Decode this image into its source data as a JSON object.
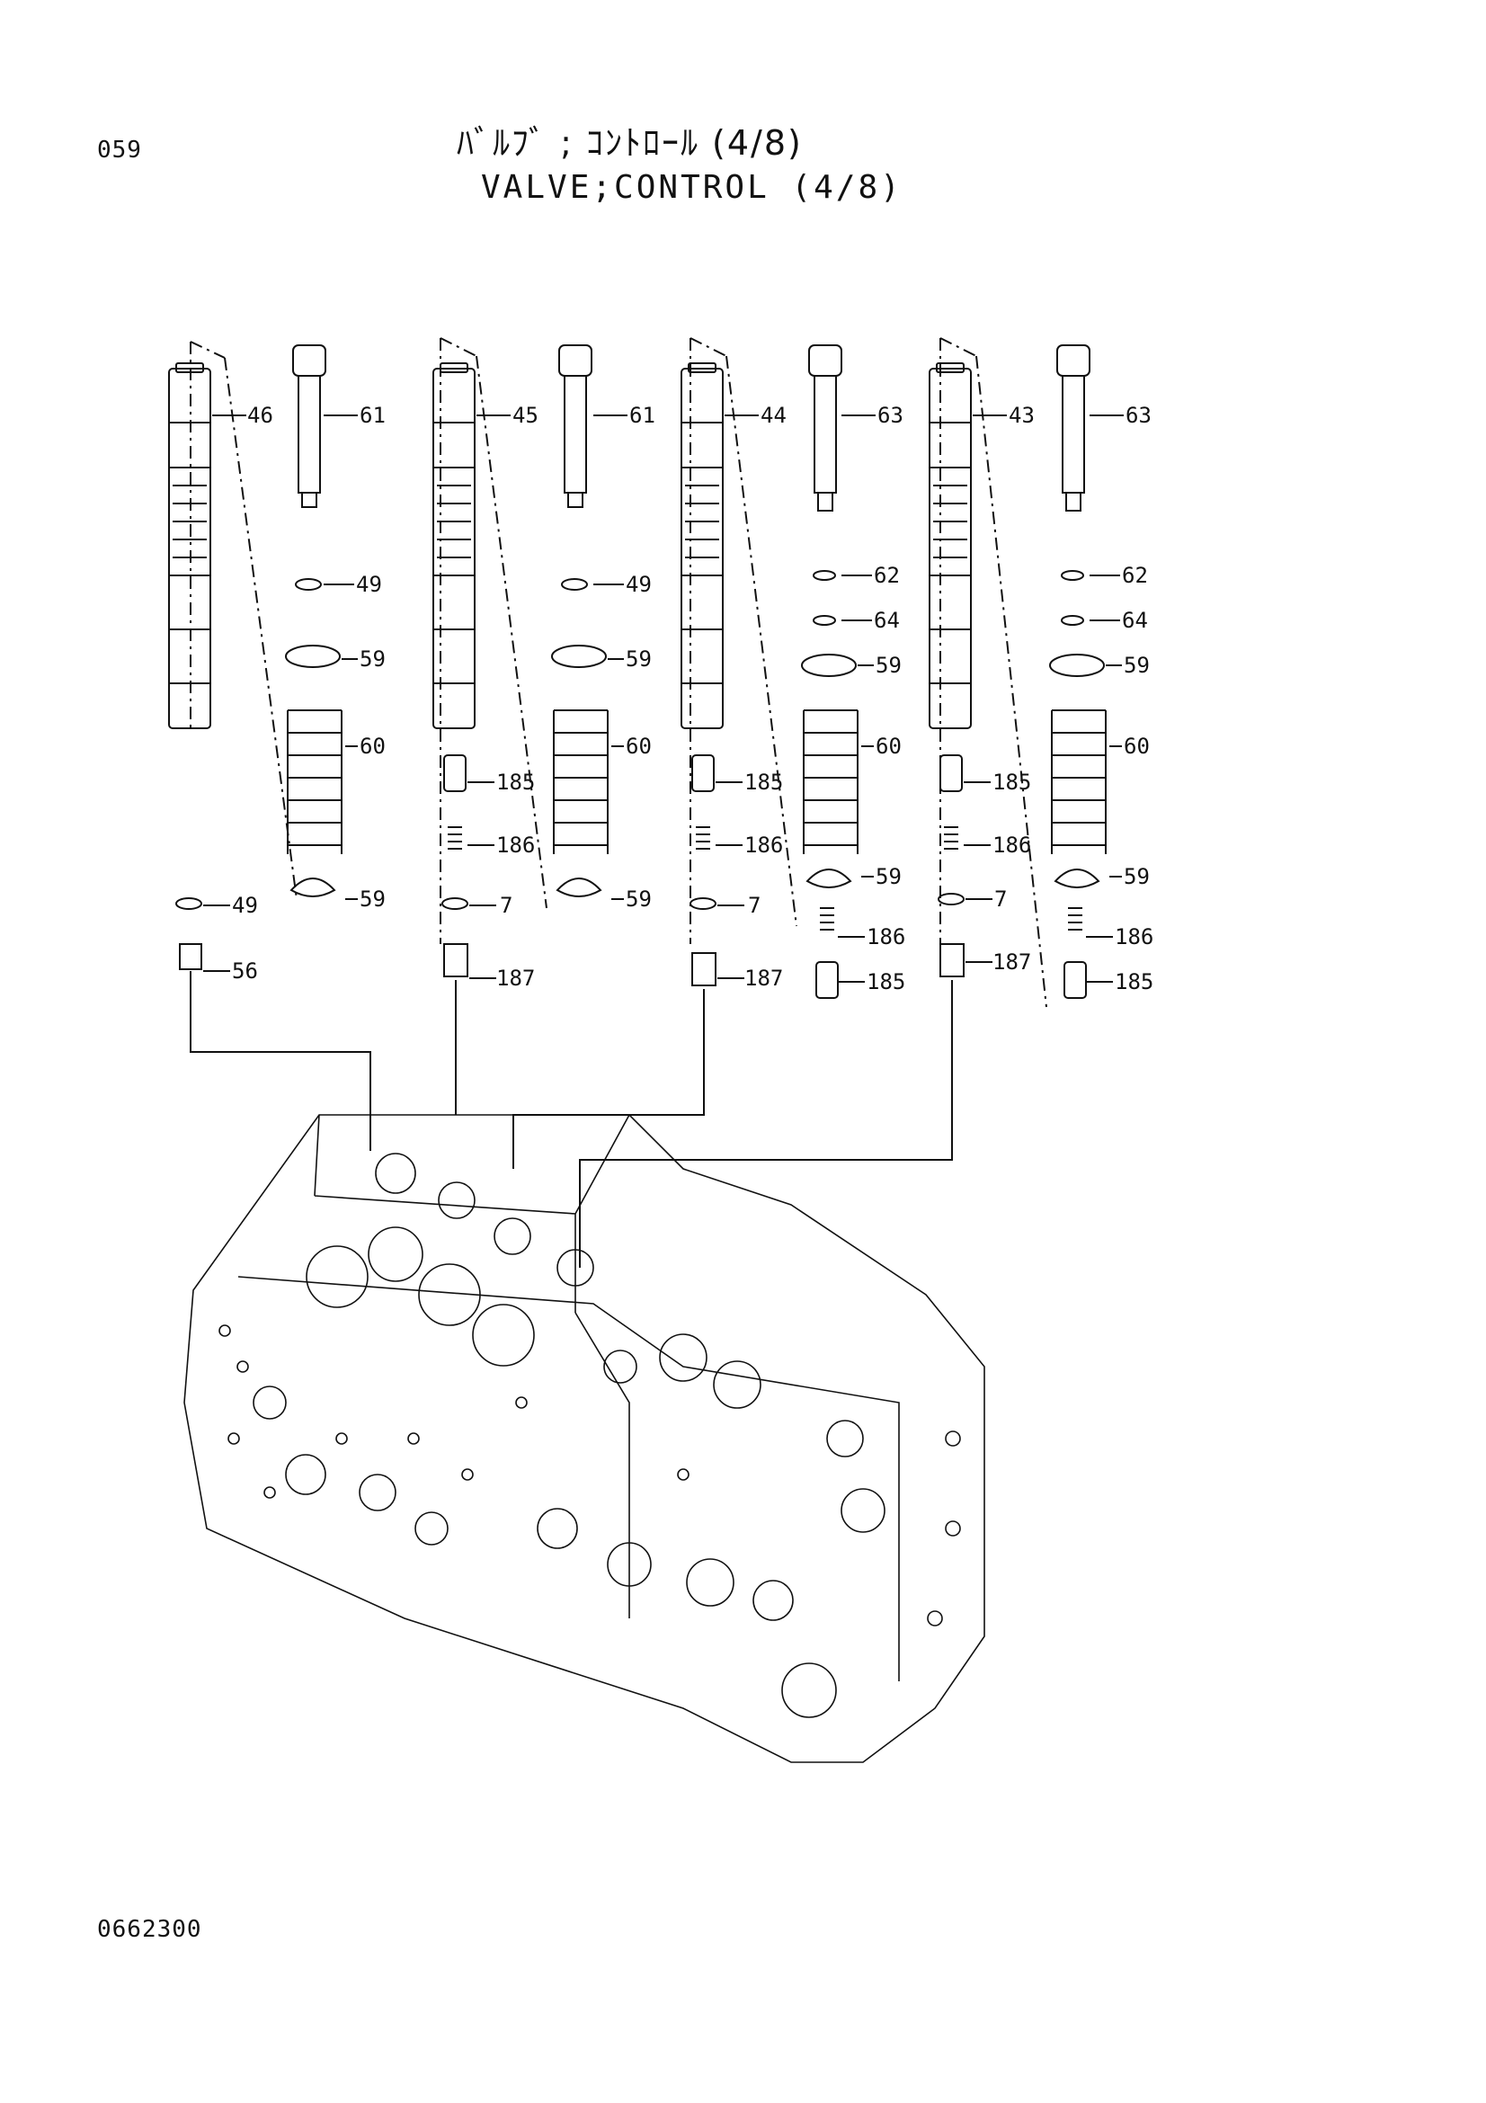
{
  "header": {
    "page_number": "059",
    "title_jp": "ﾊﾞﾙﾌﾞ ; ｺﾝﾄﾛｰﾙ (4/8)",
    "title_en": "VALVE;CONTROL (4/8)"
  },
  "footer": {
    "doc_code": "0662300"
  },
  "callouts": [
    "46",
    "61",
    "49",
    "59",
    "60",
    "59",
    "49",
    "56",
    "45",
    "61",
    "49",
    "59",
    "60",
    "185",
    "186",
    "7",
    "59",
    "187",
    "44",
    "63",
    "62",
    "64",
    "59",
    "60",
    "185",
    "186",
    "7",
    "59",
    "186",
    "187",
    "185",
    "43",
    "63",
    "62",
    "64",
    "59",
    "60",
    "185",
    "186",
    "7",
    "59",
    "186",
    "187",
    "185"
  ]
}
